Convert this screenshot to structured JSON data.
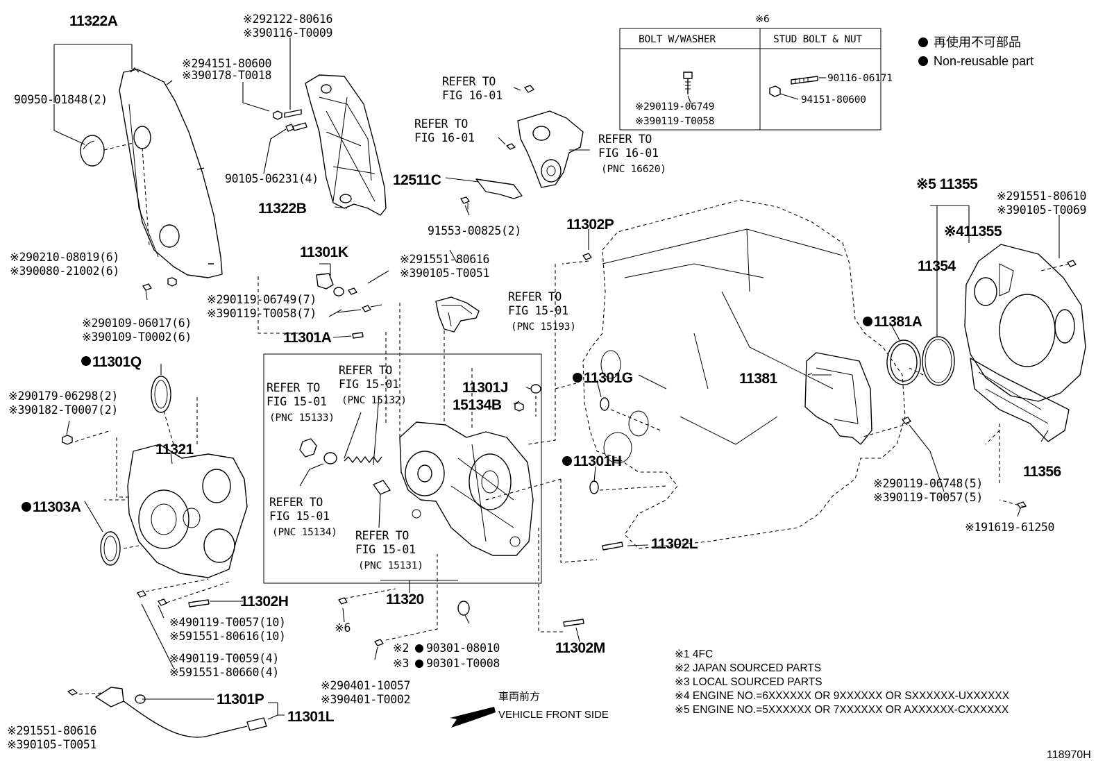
{
  "diagram_id": "118970H",
  "legend": {
    "title_mark": "※6",
    "header_left": "BOLT W/WASHER",
    "header_right": "STUD BOLT & NUT",
    "left_pn1": "※290119-06749",
    "left_pn2": "※390119-T0058",
    "right_pn1": "90116-06171",
    "right_pn2": "94151-80600",
    "non_reusable_jp": "再使用不可部品",
    "non_reusable_en": "Non-reusable part"
  },
  "labels": {
    "p11322A": "11322A",
    "p90950": "90950-01848(2)",
    "p92122": "※292122-80616",
    "p90116": "※390116-T0009",
    "p94151": "※294151-80600",
    "p90178": "※390178-T0018",
    "p90105_4": "90105-06231(4)",
    "p11322B": "11322B",
    "p90210": "※290210-08019(6)",
    "p90080": "※390080-21002(6)",
    "p90109a": "※290109-06017(6)",
    "p90109b": "※390109-T0002(6)",
    "ref1601a_1": "REFER TO",
    "ref1601a_2": "FIG 16-01",
    "ref1601b_1": "REFER TO",
    "ref1601b_2": "FIG 16-01",
    "ref1601c_1": "REFER TO",
    "ref1601c_2": "FIG 16-01",
    "ref1601c_3": "(PNC 16620)",
    "p12511C": "12511C",
    "p91553": "91553-00825(2)",
    "p11302P": "11302P",
    "p11301K": "11301K",
    "p91551a": "※291551-80616",
    "p90105a": "※390105-T0051",
    "p90119_7a": "※290119-06749(7)",
    "p90119_7b": "※390119-T0058(7)",
    "ref15193_1": "REFER TO",
    "ref15193_2": "FIG 15-01",
    "ref15193_3": "(PNC 15193)",
    "p11301A": "11301A",
    "p11301Q": "11301Q",
    "p90179": "※290179-06298(2)",
    "p90182": "※390182-T0007(2)",
    "ref15132_1": "REFER TO",
    "ref15132_2": "FIG 15-01",
    "ref15132_3": "(PNC 15132)",
    "ref15133_1": "REFER TO",
    "ref15133_2": "FIG 15-01",
    "ref15133_3": "(PNC 15133)",
    "p11301J": "11301J",
    "p15134B": "15134B",
    "p11301G": "11301G",
    "p11381": "11381",
    "p11381A": "11381A",
    "p11321": "11321",
    "p11303A": "11303A",
    "ref15134_1": "REFER TO",
    "ref15134_2": "FIG 15-01",
    "ref15134_3": "(PNC 15134)",
    "ref15131_1": "REFER TO",
    "ref15131_2": "FIG 15-01",
    "ref15131_3": "(PNC 15131)",
    "p11301H": "11301H",
    "p11355_5": "※5 11355",
    "p11355_4": "※411355",
    "p91551b": "※291551-80610",
    "p90105b": "※390105-T0069",
    "p11354": "11354",
    "p11356": "11356",
    "p90119_5a": "※290119-06748(5)",
    "p90119_5b": "※390119-T0057(5)",
    "p91619": "※191619-61250",
    "p11302L": "11302L",
    "p11302H": "11302H",
    "p11320": "11320",
    "star6": "※6",
    "p90119_10": "※490119-T0057(10)",
    "p91551_10": "※591551-80616(10)",
    "p90119_4": "※490119-T0059(4)",
    "p91551_4": "※591551-80660(4)",
    "p90301a": "※2",
    "p90301a_pn": "90301-08010",
    "p90301b": "※3",
    "p90301b_pn": "90301-T0008",
    "p90401a": "※290401-10057",
    "p90401b": "※390401-T0002",
    "p11302M": "11302M",
    "p11301P": "11301P",
    "p11301L": "11301L",
    "p91551c": "※291551-80616",
    "p90105c": "※390105-T0051",
    "front_jp": "車両前方",
    "front_en": "VEHICLE FRONT SIDE"
  },
  "notes": [
    "※1 4FC",
    "※2 JAPAN SOURCED PARTS",
    "※3 LOCAL SOURCED PARTS",
    "※4 ENGINE NO.=6XXXXXX OR 9XXXXXX OR SXXXXXX-UXXXXXX",
    "※5 ENGINE NO.=5XXXXXX OR 7XXXXXX OR AXXXXXX-CXXXXXX"
  ]
}
